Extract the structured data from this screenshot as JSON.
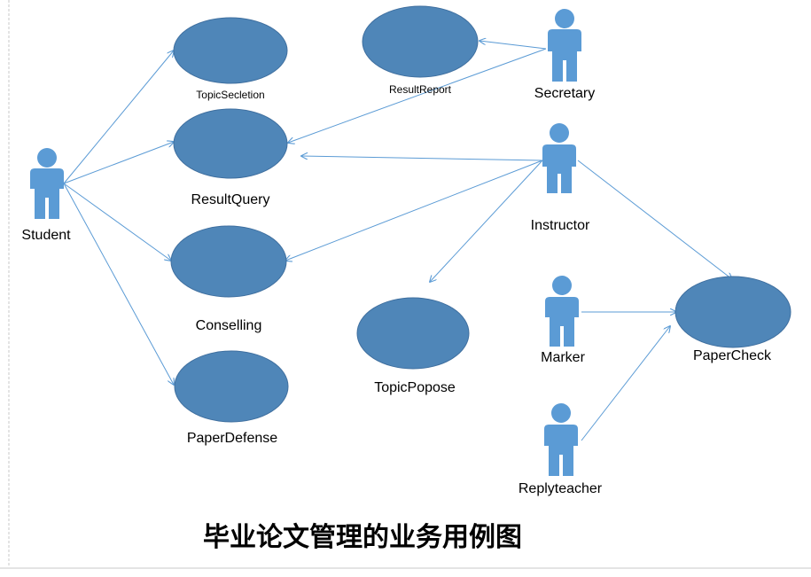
{
  "diagram": {
    "title": "毕业论文管理的业务用例图",
    "actors": {
      "student": "Student",
      "secretary": "Secretary",
      "instructor": "Instructor",
      "marker": "Marker",
      "replyteacher": "Replyteacher"
    },
    "usecases": {
      "topic_selection": "TopicSecletion",
      "result_report": "ResultReport",
      "result_query": "ResultQuery",
      "conselling": "Conselling",
      "topic_propose": "TopicPopose",
      "paper_check": "PaperCheck",
      "paper_defense": "PaperDefense"
    }
  },
  "colors": {
    "usecase_fill": "#4f86b8",
    "actor_fill": "#5b9bd5",
    "edge": "#5b9bd5"
  }
}
